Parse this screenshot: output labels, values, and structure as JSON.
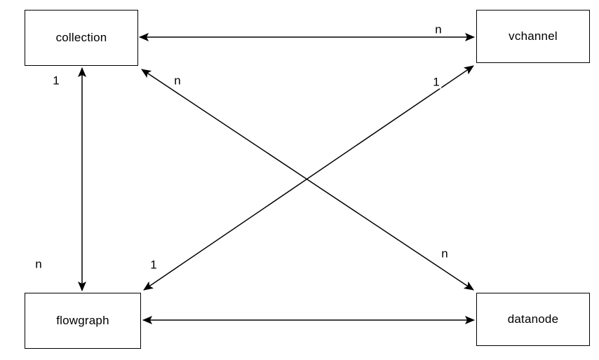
{
  "colors": {
    "background": "#ffffff",
    "stroke": "#000000",
    "text": "#000000"
  },
  "nodes": [
    {
      "id": "collection",
      "label": "collection"
    },
    {
      "id": "vchannel",
      "label": "vchannel"
    },
    {
      "id": "flowgraph",
      "label": "flowgraph"
    },
    {
      "id": "datanode",
      "label": "datanode"
    }
  ],
  "edges": [
    {
      "from": "collection",
      "to": "vchannel",
      "style": "double-arrow",
      "labels": [
        {
          "text": "n",
          "near": "vchannel"
        }
      ]
    },
    {
      "from": "collection",
      "to": "flowgraph",
      "style": "double-arrow",
      "labels": [
        {
          "text": "1",
          "near": "collection"
        },
        {
          "text": "n",
          "near": "flowgraph"
        }
      ]
    },
    {
      "from": "collection",
      "to": "datanode",
      "style": "double-arrow",
      "labels": [
        {
          "text": "n",
          "near": "collection"
        },
        {
          "text": "n",
          "near": "datanode"
        }
      ]
    },
    {
      "from": "vchannel",
      "to": "flowgraph",
      "style": "double-arrow",
      "labels": [
        {
          "text": "1",
          "near": "vchannel"
        },
        {
          "text": "1",
          "near": "flowgraph"
        }
      ]
    },
    {
      "from": "flowgraph",
      "to": "datanode",
      "style": "double-arrow",
      "labels": []
    }
  ]
}
